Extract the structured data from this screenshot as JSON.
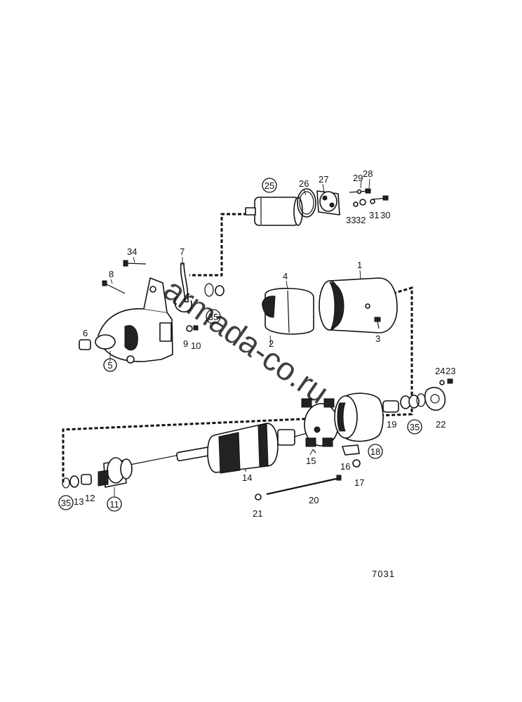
{
  "diagram": {
    "labels": {
      "l1": "1",
      "l2": "2",
      "l3": "3",
      "l4": "4",
      "l5": "5",
      "l6": "6",
      "l7": "7",
      "l8": "8",
      "l9": "9",
      "l10": "10",
      "l11": "11",
      "l12": "12",
      "l13": "13",
      "l14": "14",
      "l15": "15",
      "l16": "16",
      "l17": "17",
      "l18": "18",
      "l19": "19",
      "l20": "20",
      "l21": "21",
      "l22": "22",
      "l23": "23",
      "l24": "24",
      "l25": "25",
      "l26": "26",
      "l27": "27",
      "l28": "28",
      "l29": "29",
      "l30": "30",
      "l31": "31",
      "l32": "32",
      "l33": "33",
      "l34": "34",
      "l35a": "35",
      "l35b": "35",
      "l35c": "35"
    },
    "figure_number": "7031",
    "watermark": "armada-co.ru"
  }
}
